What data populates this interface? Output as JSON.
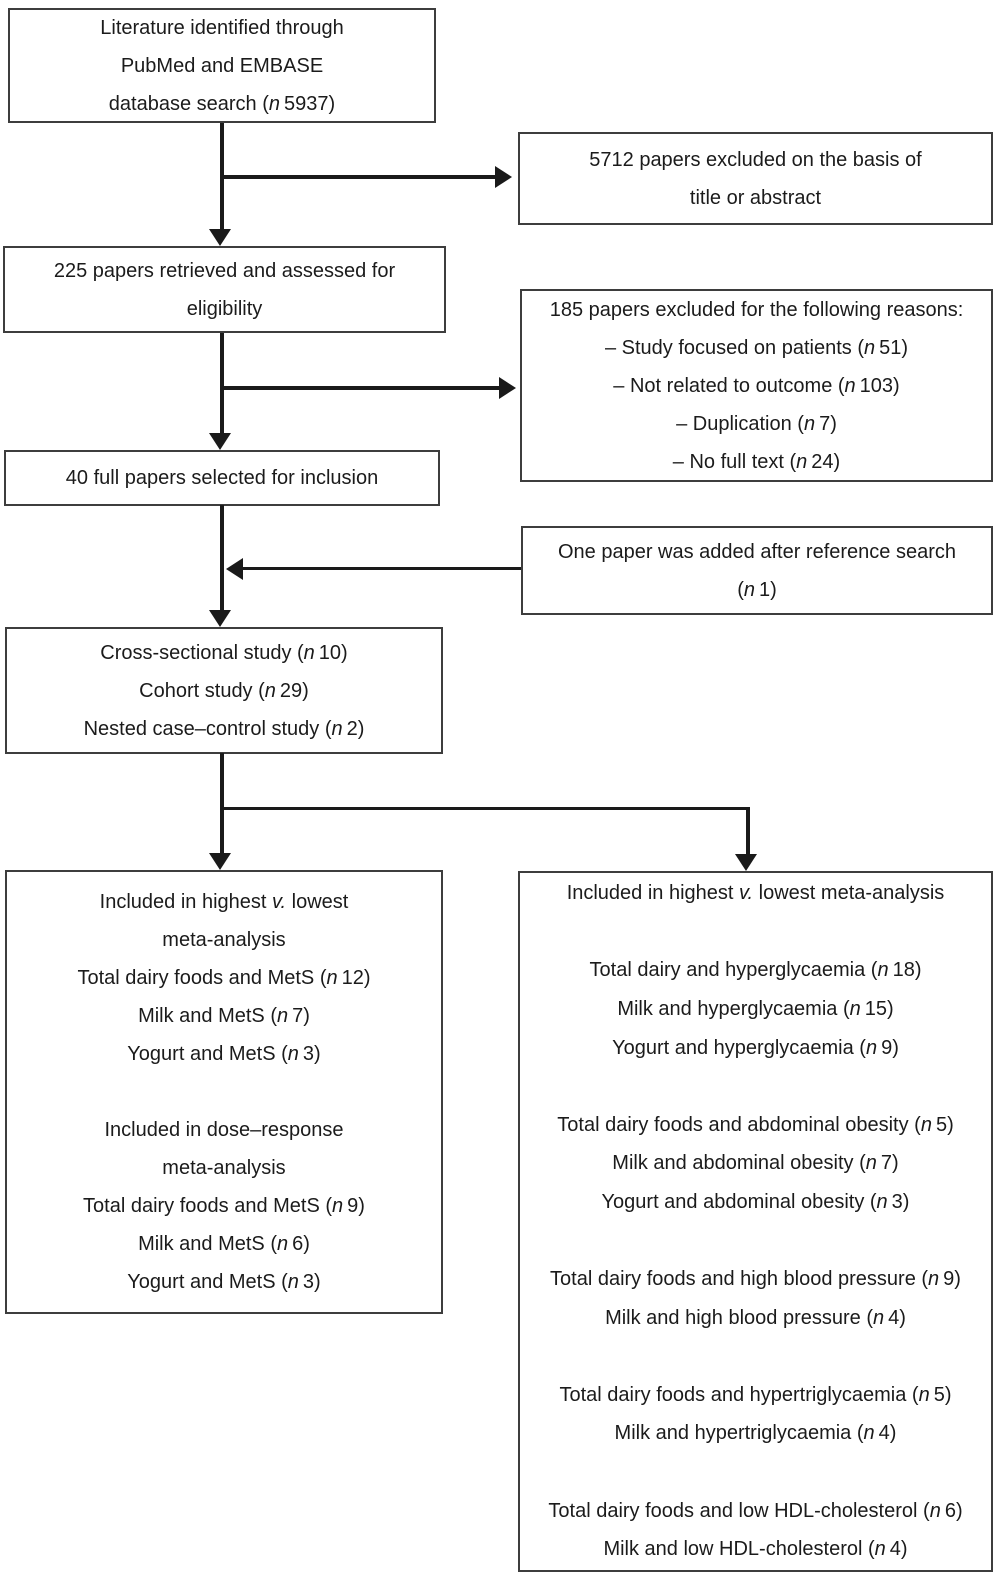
{
  "figure": {
    "background_color": "#ffffff",
    "text_color": "#1b1b1b",
    "border_color": "#3d3d3d",
    "arrow_color": "#1a1a1a"
  },
  "boxes": {
    "literature": {
      "lines": [
        "Literature identified through",
        "PubMed and EMBASE",
        "database search (n 5937)"
      ]
    },
    "excluded_title_abstract": {
      "lines": [
        "5712 papers excluded on the basis of",
        "title or abstract"
      ]
    },
    "retrieved": {
      "lines": [
        "225 papers retrieved and assessed for",
        "eligibility"
      ]
    },
    "excluded_reasons": {
      "lines": [
        "185 papers excluded for the following reasons:",
        "– Study focused on patients (n 51)",
        "– Not related to outcome (n 103)",
        "– Duplication (n 7)",
        "– No full text (n 24)"
      ]
    },
    "selected": {
      "lines": [
        "40 full papers selected for inclusion"
      ]
    },
    "reference_search": {
      "lines": [
        "One paper was added after reference search",
        "(n 1)"
      ]
    },
    "study_types": {
      "lines": [
        "Cross-sectional study (n 10)",
        "Cohort study (n 29)",
        "Nested case–control study (n 2)"
      ]
    },
    "left_meta": {
      "lines": [
        "Included in highest v. lowest",
        "meta-analysis",
        "Total dairy foods and MetS (n 12)",
        "Milk and MetS (n 7)",
        "Yogurt and MetS (n 3)",
        "",
        "Included in dose–response",
        "meta-analysis",
        "Total dairy foods and MetS (n 9)",
        "Milk and MetS (n 6)",
        "Yogurt and MetS (n 3)"
      ]
    },
    "right_meta": {
      "lines": [
        "Included in highest v. lowest meta-analysis",
        "",
        "Total dairy and hyperglycaemia (n 18)",
        "Milk and hyperglycaemia (n 15)",
        "Yogurt and hyperglycaemia (n 9)",
        "",
        "Total dairy foods and abdominal obesity (n 5)",
        "Milk and abdominal obesity (n 7)",
        "Yogurt and abdominal obesity (n 3)",
        "",
        "Total dairy foods and high blood pressure (n 9)",
        "Milk and high blood pressure (n 4)",
        "",
        "Total dairy foods and hypertriglycaemia (n 5)",
        "Milk and hypertriglycaemia (n 4)",
        "",
        "Total dairy foods and low HDL-cholesterol (n 6)",
        "Milk and low HDL-cholesterol (n 4)"
      ]
    }
  }
}
